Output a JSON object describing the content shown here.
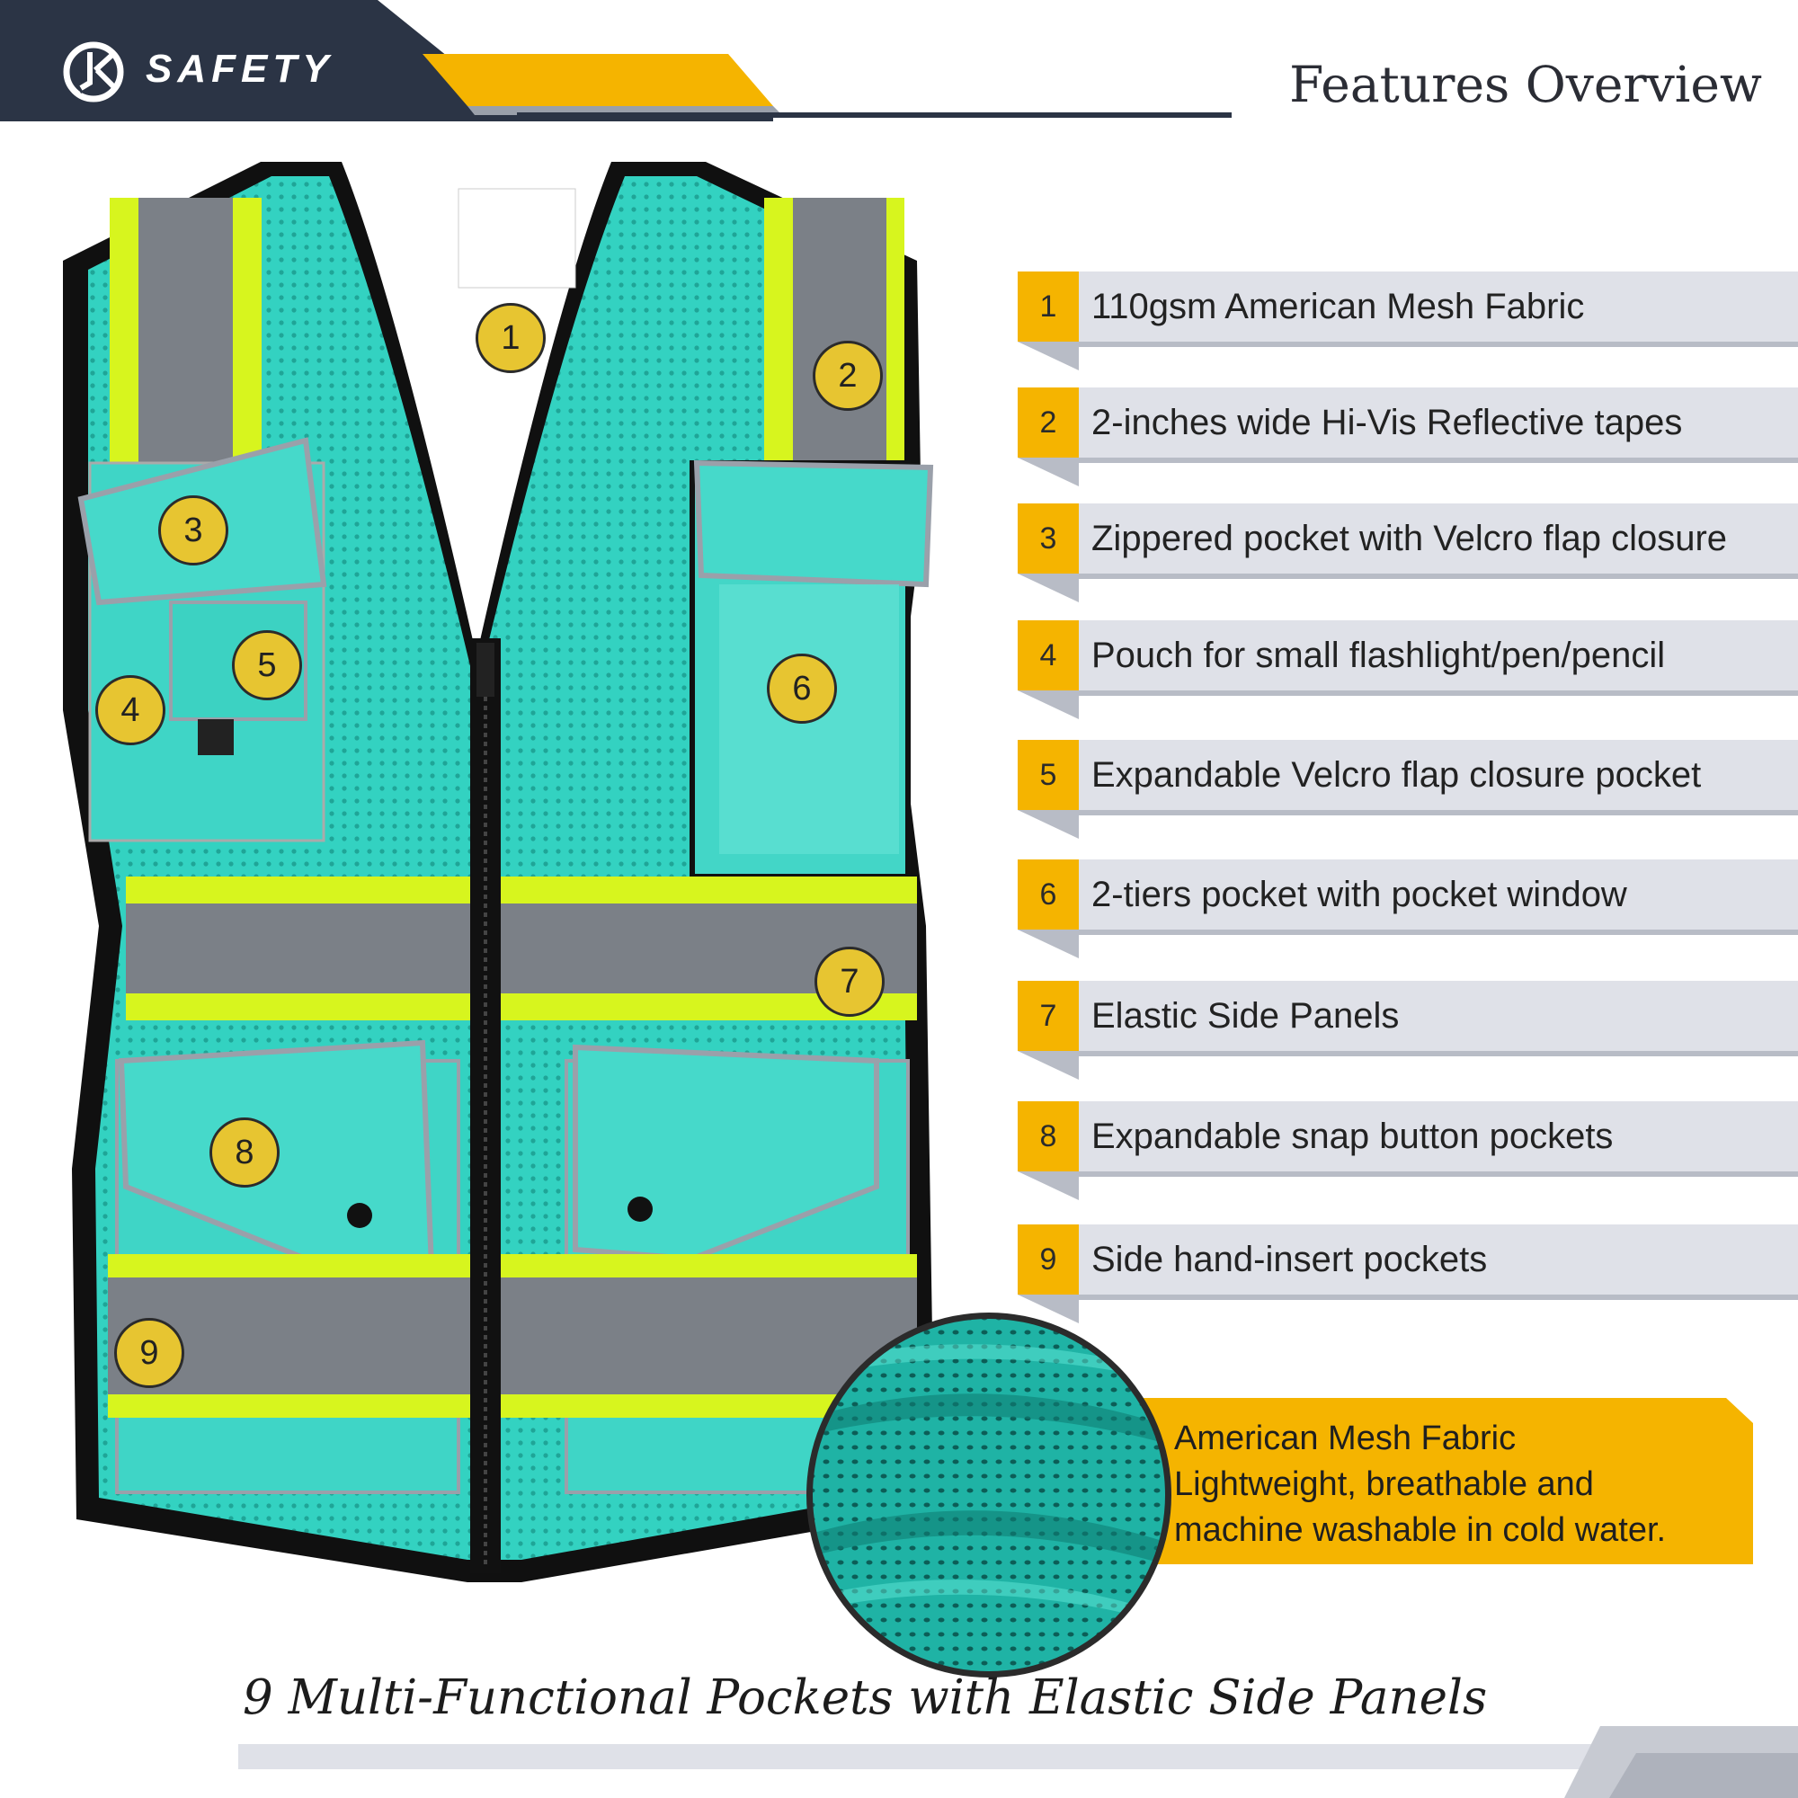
{
  "header": {
    "logo_text": "SAFETY",
    "title": "Features Overview"
  },
  "vest_markers": [
    "1",
    "2",
    "3",
    "4",
    "5",
    "6",
    "7",
    "8",
    "9"
  ],
  "features": [
    {
      "num": "1",
      "text": "110gsm American Mesh Fabric"
    },
    {
      "num": "2",
      "text": "2-inches wide Hi-Vis Reflective tapes"
    },
    {
      "num": "3",
      "text": "Zippered pocket with Velcro flap closure"
    },
    {
      "num": "4",
      "text": "Pouch for small flashlight/pen/pencil"
    },
    {
      "num": "5",
      "text": "Expandable Velcro flap closure pocket"
    },
    {
      "num": "6",
      "text": "2-tiers pocket with pocket window"
    },
    {
      "num": "7",
      "text": "Elastic Side Panels"
    },
    {
      "num": "8",
      "text": "Expandable snap button pockets"
    },
    {
      "num": "9",
      "text": "Side hand-insert pockets"
    }
  ],
  "mesh_callout": {
    "line1": "American Mesh Fabric",
    "line2": "Lightweight, breathable and",
    "line3": "machine washable in cold water."
  },
  "bottom_title": "9 Multi-Functional Pockets with Elastic Side Panels",
  "colors": {
    "navy": "#2b3445",
    "yellow": "#f5b400",
    "teal": "#2fcfbf",
    "lime": "#d7f51e",
    "reflective": "#7b8087",
    "row_grey": "#dfe1e8"
  }
}
